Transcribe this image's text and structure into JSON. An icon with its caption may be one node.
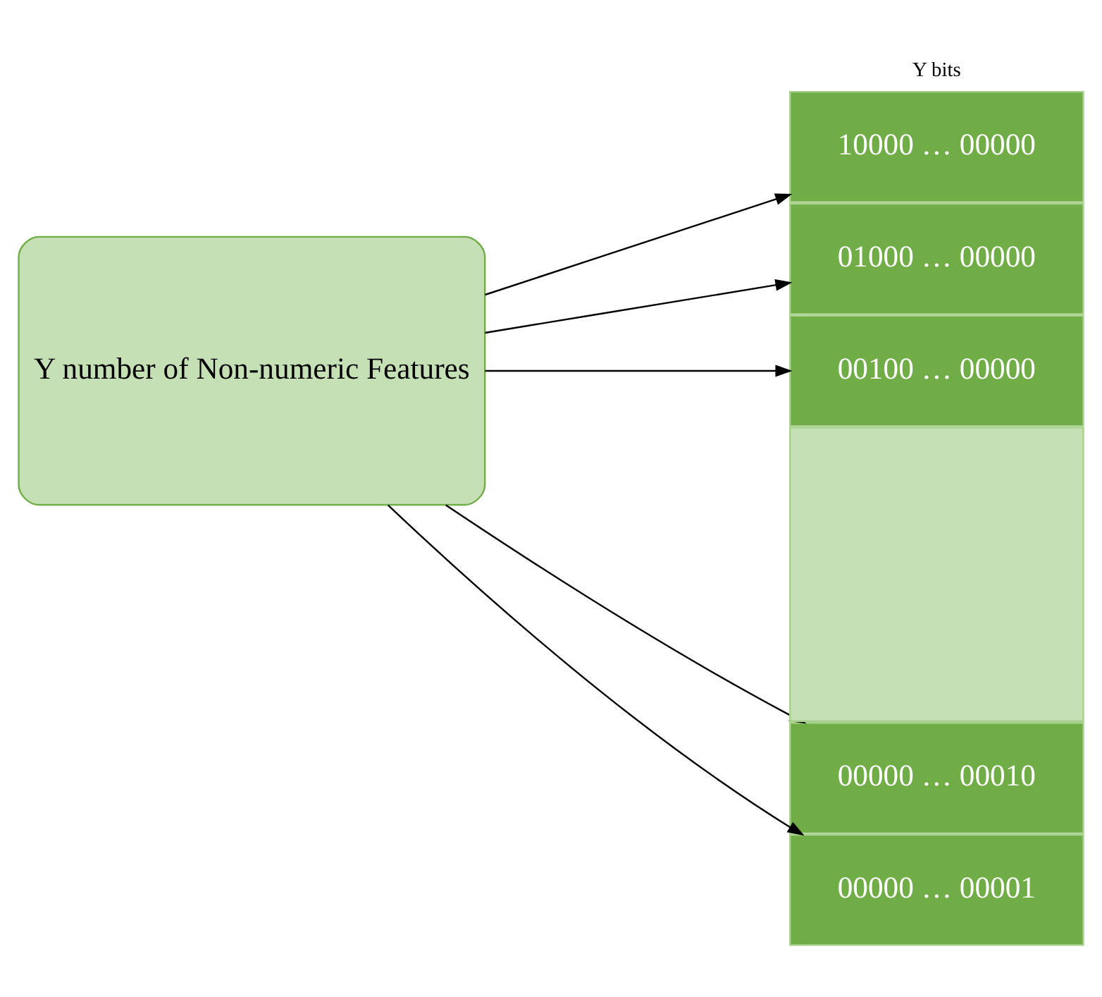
{
  "diagram": {
    "nodes": [
      {
        "text": [
          "Y number of Non-numeric Features"
        ]
      },
      {
        "text": [
          "10000 … 00000"
        ]
      },
      {
        "text": [
          "01000 … 00000"
        ]
      },
      {
        "text": [
          "00100 … 00000"
        ]
      },
      {
        "text": [],
        "shape": "box"
      },
      {
        "text": [
          "00000 … 00010"
        ]
      },
      {
        "text": [
          "00000 … 00001"
        ]
      }
    ],
    "edges": [
      {
        "from": 0,
        "to": 1,
        "arrow": "to"
      },
      {
        "from": 0,
        "to": 2,
        "arrow": "to"
      },
      {
        "from": 0,
        "to": 3,
        "arrow": "to"
      },
      {
        "from": 0,
        "to": 5,
        "arrow": "to"
      },
      {
        "from": 0,
        "to": 6,
        "arrow": "to"
      }
    ],
    "labels": [
      "Y bits"
    ]
  }
}
